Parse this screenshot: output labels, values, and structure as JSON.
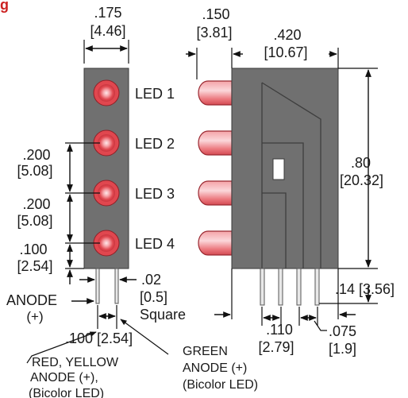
{
  "header": {
    "title": "g"
  },
  "front_view": {
    "width_in": ".175",
    "width_mm": "[4.46]",
    "pitch1_in": ".200",
    "pitch1_mm": "[5.08]",
    "pitch2_in": ".200",
    "pitch2_mm": "[5.08]",
    "bottom_in": ".100",
    "bottom_mm": "[2.54]",
    "anode_label": "ANODE",
    "anode_sign": "(+)",
    "pin_size_in": ".02",
    "pin_size_mm": "[0.5]",
    "pin_shape": "Square",
    "pin_spacing": ".100 [2.54]",
    "callout_left": [
      "RED, YELLOW",
      "ANODE (+),",
      "(Bicolor LED)"
    ],
    "callout_right": [
      "GREEN",
      "ANODE (+)",
      "(Bicolor LED)"
    ]
  },
  "led_labels": [
    "LED 1",
    "LED 2",
    "LED 3",
    "LED 4"
  ],
  "side_view": {
    "protrusion_in": ".150",
    "protrusion_mm": "[3.81]",
    "depth_in": ".420",
    "depth_mm": "[10.67]",
    "height_in": ".80",
    "height_mm": "[20.32]",
    "standoff": ".14 [3.56]",
    "lead_pitch1_in": ".110",
    "lead_pitch1_mm": "[2.79]",
    "lead_pitch2_in": ".075",
    "lead_pitch2_mm": "[1.9]"
  },
  "colors": {
    "housing": "#707070",
    "led_red": "#e0474f",
    "led_glow": "#f7a6ab",
    "header_red": "#cc2222"
  }
}
